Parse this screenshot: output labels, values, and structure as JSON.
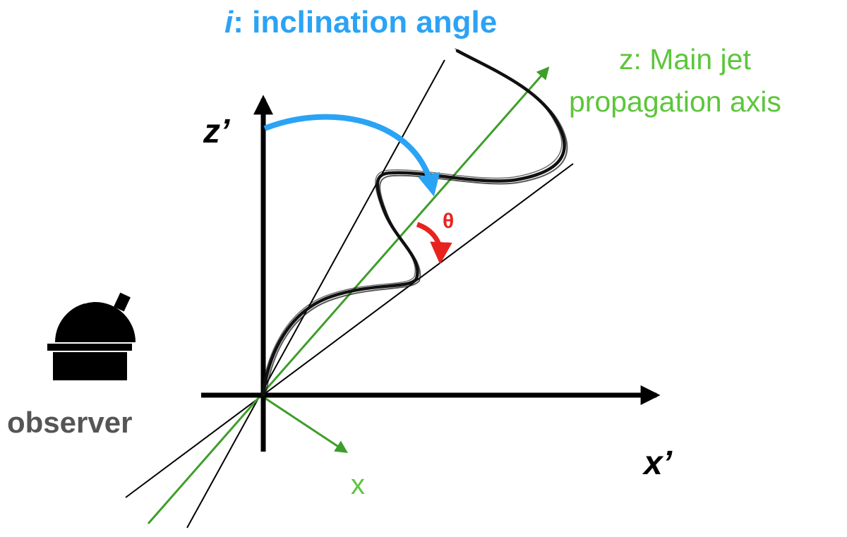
{
  "labels": {
    "inclination_symbol": "i",
    "inclination_text": ": inclination angle",
    "main_axis_line1": "z: Main jet",
    "main_axis_line2": "propagation axis",
    "z_prime": "z’",
    "x_prime": "x’",
    "x_axis": "x",
    "theta": "θ",
    "observer": "observer"
  },
  "icons": {
    "observer": "observatory-dome-icon"
  },
  "colors": {
    "inclination": "#2BA3F5",
    "main_axis": "#5CC63A",
    "axis_line": "#3E9E2A",
    "theta": "#E8231E",
    "observer_text": "#555555",
    "ink": "#000000"
  }
}
